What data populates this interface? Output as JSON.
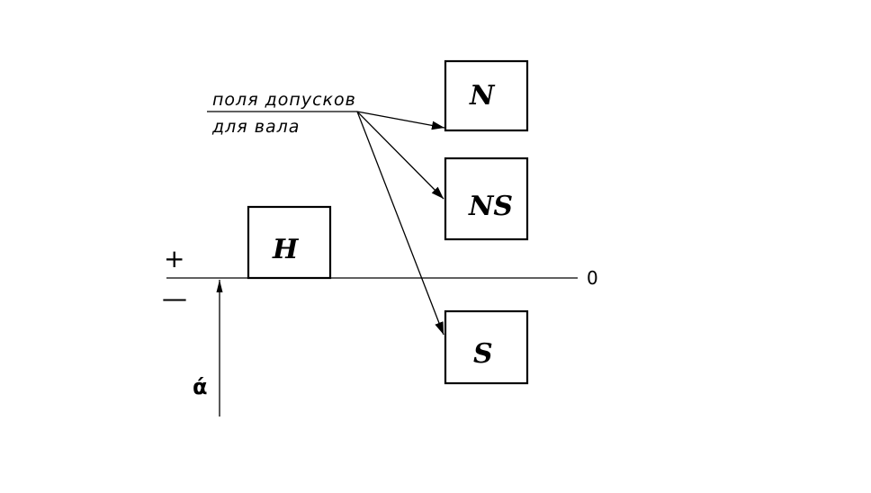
{
  "note": {
    "line1": "поля допусков",
    "line2": "для вала"
  },
  "signs": {
    "plus": "+",
    "minus": "—",
    "zero": "0"
  },
  "deviation_label": "ά",
  "boxes": {
    "h": "H",
    "n": "N",
    "ns": "NS",
    "s": "S"
  }
}
